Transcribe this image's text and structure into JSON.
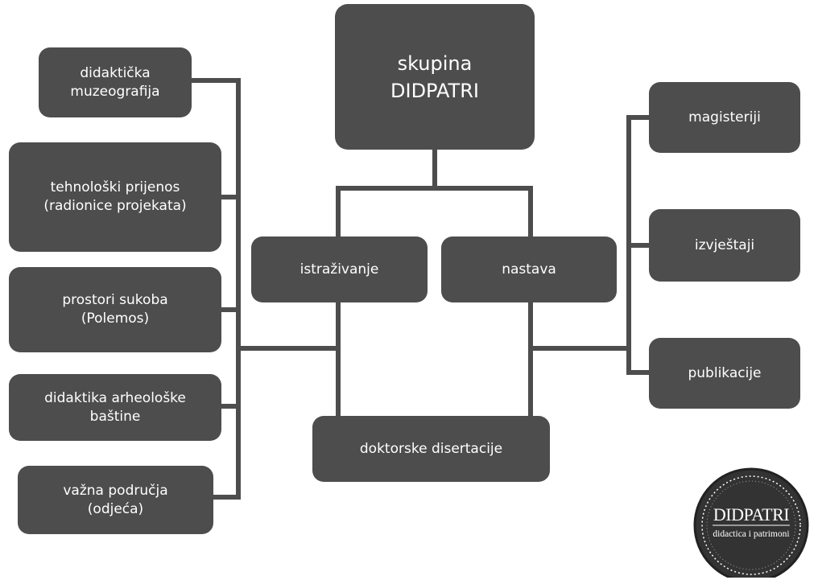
{
  "diagram": {
    "root": "skupina\nDIDPATRI",
    "branches": {
      "research": "istraživanje",
      "teaching": "nastava",
      "doctoral": "doktorske disertacije"
    },
    "research_areas": [
      "didaktička\nmuzeografija",
      "tehnološki prijenos\n(radionice projekata)",
      "prostori sukoba\n(Polemos)",
      "didaktika arheološke\nbaštine",
      "važna područja\n(odjeća)"
    ],
    "teaching_outputs": [
      "magisteriji",
      "izvještaji",
      "publikacije"
    ],
    "colors": {
      "box_fill": "#4d4d4d",
      "line": "#4d4d4d",
      "text": "#ffffff"
    }
  },
  "logo": {
    "title": "DIDPATRI",
    "subtitle": "didactica i patrimoni"
  }
}
